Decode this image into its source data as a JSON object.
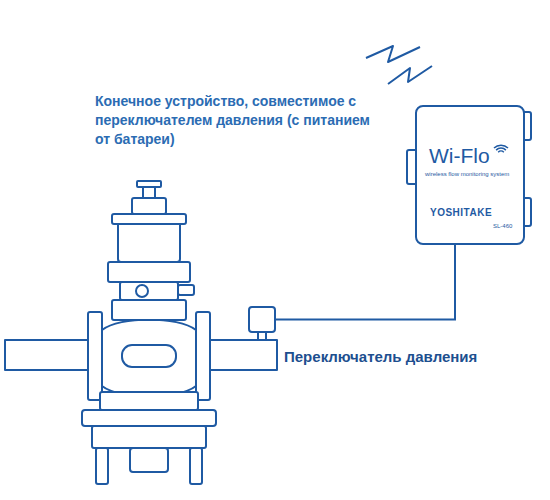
{
  "diagram": {
    "nodes": [
      {
        "text": [
          "Конечное устройство, совместимое с переключателем давления (с питанием от батареи)",
          "Wi-Flo",
          "wireless flow monitoring system",
          "YOSHITAKE",
          "SL-460"
        ]
      },
      {
        "text": [
          "Переключатель давления"
        ]
      }
    ],
    "edges": [
      {
        "from": 1,
        "to": 0,
        "arrow": "none"
      }
    ]
  }
}
